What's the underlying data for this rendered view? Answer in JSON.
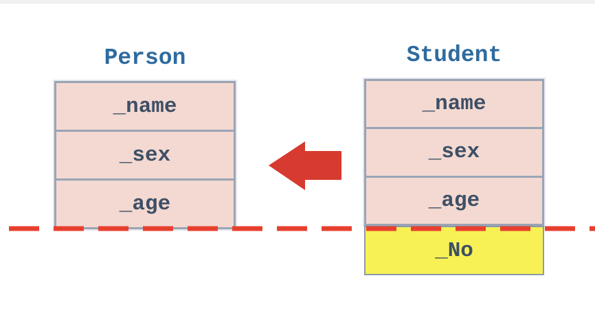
{
  "diagram": {
    "person": {
      "title": "Person",
      "fields": [
        "_name",
        "_sex",
        "_age"
      ]
    },
    "student": {
      "title": "Student",
      "fields": [
        "_name",
        "_sex",
        "_age"
      ],
      "highlight_field": "_No"
    },
    "relationship": "inheritance-arrow-from-student-to-person"
  },
  "colors": {
    "accent_red": "#e0392d",
    "arrow_red": "#d73a2e",
    "row_fill_pink": "#f3d9d1",
    "highlight_yellow": "#f8f155",
    "box_border_gray_blue": "#9aa4b5",
    "title_blue": "#2e6b9e",
    "field_text_navy": "#3d4f66"
  }
}
